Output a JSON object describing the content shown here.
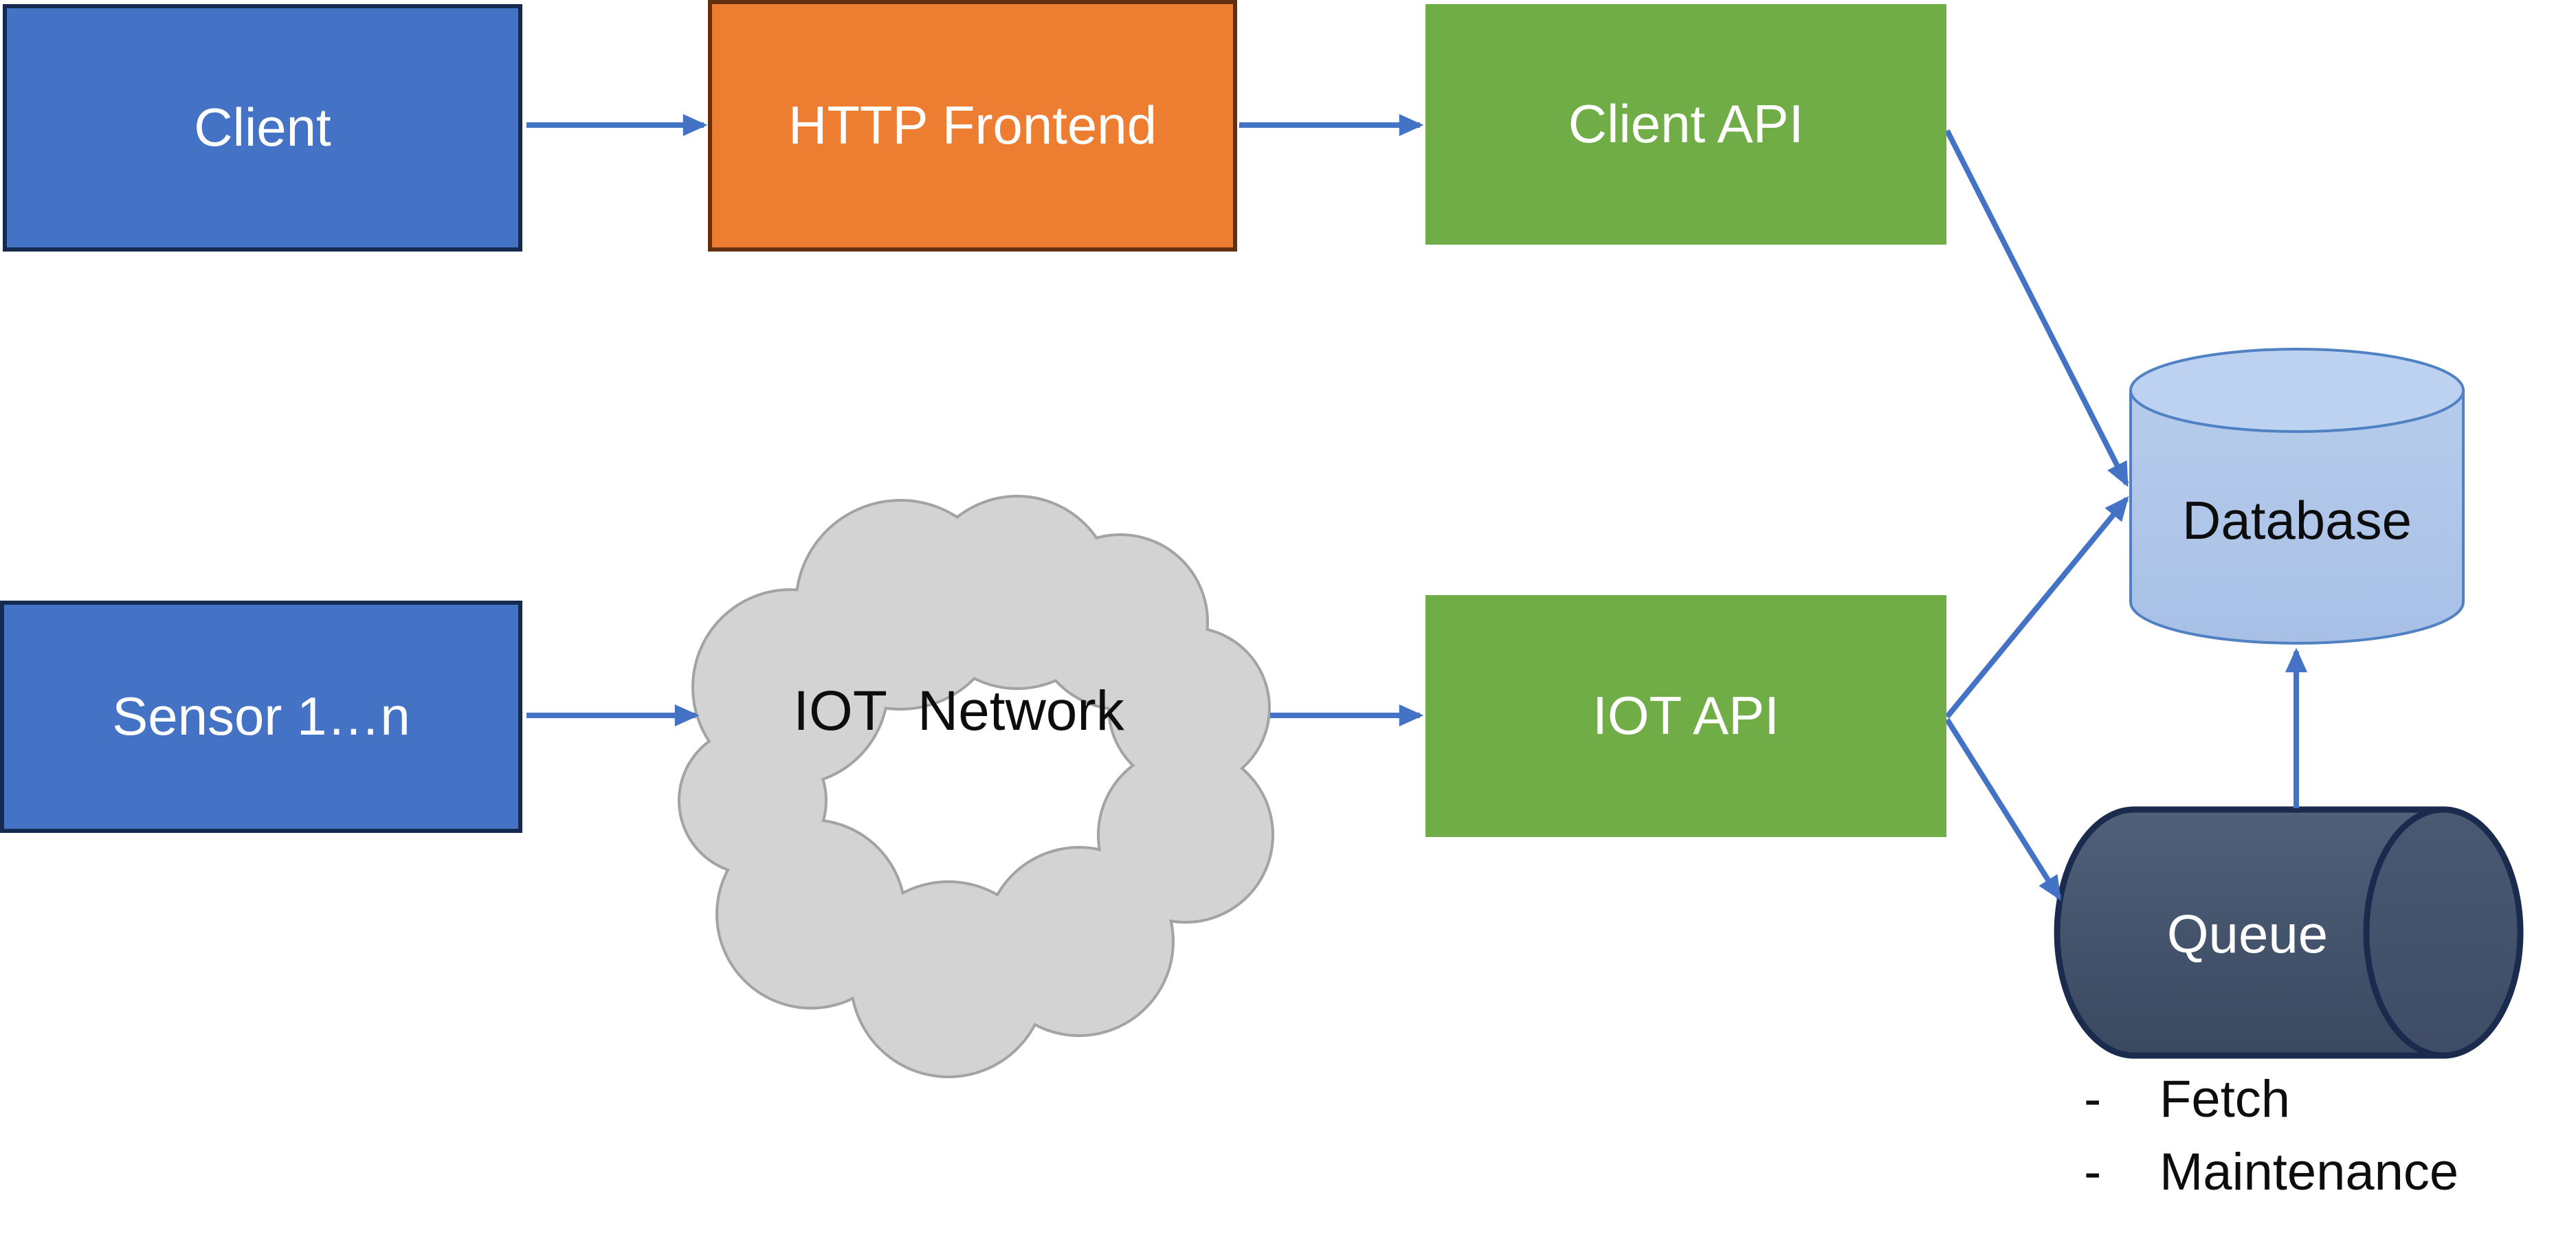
{
  "diagram": {
    "background": "#ffffff",
    "nodes": {
      "client": {
        "label": "Client",
        "shape": "rect",
        "fill": "#4472C4",
        "border": "#152A4E",
        "text_color": "#ffffff"
      },
      "http_frontend": {
        "label": "HTTP Frontend",
        "shape": "rect",
        "fill": "#ED7D31",
        "border": "#63300F",
        "text_color": "#ffffff"
      },
      "client_api": {
        "label": "Client API",
        "shape": "rect",
        "fill": "#70AD47",
        "border": "none",
        "text_color": "#ffffff"
      },
      "sensor": {
        "label": "Sensor 1…n",
        "shape": "rect",
        "fill": "#4472C4",
        "border": "#152A4E",
        "text_color": "#ffffff"
      },
      "iot_network": {
        "label": "IOT  Network",
        "shape": "cloud",
        "fill": "#D3D3D3",
        "border": "#A3A3A3",
        "text_color": "#0D0D0D"
      },
      "iot_api": {
        "label": "IOT API",
        "shape": "rect",
        "fill": "#70AD47",
        "border": "none",
        "text_color": "#ffffff"
      },
      "database": {
        "label": "Database",
        "shape": "cylinder-vertical",
        "fill": "#AEC6E9",
        "border": "#5081C3",
        "text_color": "#0D0D0D"
      },
      "queue": {
        "label": "Queue",
        "shape": "cylinder-horizontal",
        "fill": "#44536C",
        "border": "#1B2B4E",
        "text_color": "#ffffff"
      }
    },
    "edges": [
      {
        "from": "Client",
        "to": "HTTP Frontend"
      },
      {
        "from": "HTTP Frontend",
        "to": "Client API"
      },
      {
        "from": "Client API",
        "to": "Database"
      },
      {
        "from": "Sensor 1…n",
        "to": "IOT Network"
      },
      {
        "from": "IOT Network",
        "to": "IOT API"
      },
      {
        "from": "IOT API",
        "to": "Database"
      },
      {
        "from": "IOT API",
        "to": "Queue"
      },
      {
        "from": "Queue",
        "to": "Database"
      }
    ],
    "arrow_color": "#4472C4",
    "queue_notes": {
      "bullet": "-",
      "items": [
        {
          "label": "Fetch"
        },
        {
          "label": "Maintenance"
        }
      ]
    }
  }
}
